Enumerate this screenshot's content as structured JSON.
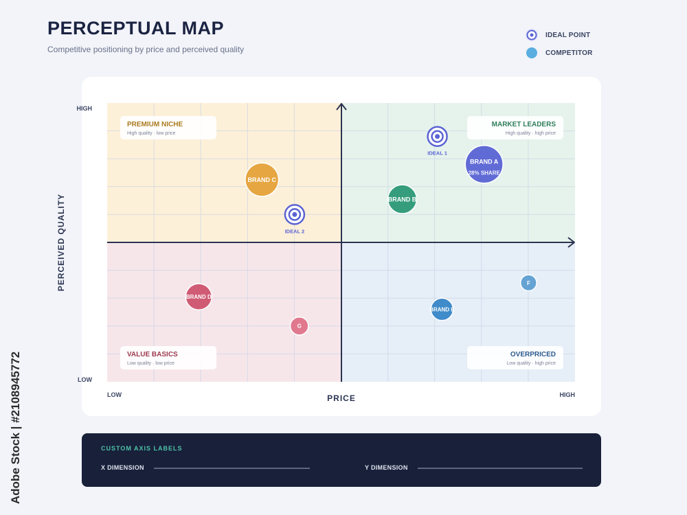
{
  "header": {
    "title": "PERCEPTUAL MAP",
    "subtitle": "Competitive positioning by price and perceived quality"
  },
  "legend": {
    "ideal_label": "IDEAL POINT",
    "competitor_label": "COMPETITOR"
  },
  "chart_data": {
    "type": "scatter",
    "xlabel": "PRICE",
    "ylabel": "PERCEIVED QUALITY",
    "x_ticks": {
      "low": "LOW",
      "high": "HIGH"
    },
    "y_ticks": {
      "low": "LOW",
      "high": "HIGH"
    },
    "xlim": [
      -1,
      1
    ],
    "ylim": [
      -1,
      1
    ],
    "grid": true,
    "quadrants": [
      {
        "id": "tl",
        "title": "PREMIUM NICHE",
        "desc": "High quality · low price",
        "fill": "#fdf0d9",
        "color": "#a97a1f"
      },
      {
        "id": "tr",
        "title": "MARKET LEADERS",
        "desc": "High quality · high price",
        "fill": "#e6f3ec",
        "color": "#2e7d5c"
      },
      {
        "id": "bl",
        "title": "VALUE BASICS",
        "desc": "Low quality · low price",
        "fill": "#f6e6ea",
        "color": "#9c3a4e"
      },
      {
        "id": "br",
        "title": "OVERPRICED",
        "desc": "Low quality · high price",
        "fill": "#e6eef8",
        "color": "#2b5a8e"
      }
    ],
    "competitors": [
      {
        "label": "BRAND A",
        "sub": "28% SHARE",
        "x": 0.61,
        "y": 0.56,
        "size": 0.115,
        "color": "#5c66d6"
      },
      {
        "label": "BRAND B",
        "sub": "",
        "x": 0.26,
        "y": 0.31,
        "size": 0.088,
        "color": "#2e9a77"
      },
      {
        "label": "BRAND C",
        "sub": "",
        "x": -0.34,
        "y": 0.45,
        "size": 0.102,
        "color": "#e6a33b"
      },
      {
        "label": "BRAND D",
        "sub": "",
        "x": -0.61,
        "y": -0.39,
        "size": 0.08,
        "color": "#cf5670"
      },
      {
        "label": "BRAND E",
        "sub": "",
        "x": 0.43,
        "y": -0.48,
        "size": 0.068,
        "color": "#3a87c8"
      },
      {
        "label": "F",
        "sub": "",
        "x": 0.8,
        "y": -0.29,
        "size": 0.049,
        "color": "#5fa0d2"
      },
      {
        "label": "G",
        "sub": "",
        "x": -0.18,
        "y": -0.6,
        "size": 0.055,
        "color": "#e0748b"
      }
    ],
    "ideal_points": [
      {
        "label": "IDEAL 1",
        "x": 0.41,
        "y": 0.76
      },
      {
        "label": "IDEAL 2",
        "x": -0.2,
        "y": 0.2
      }
    ]
  },
  "custom_axis_panel": {
    "title": "CUSTOM AXIS LABELS",
    "x_label": "X DIMENSION",
    "y_label": "Y DIMENSION"
  },
  "watermark": "Adobe Stock | #2108945772",
  "colors": {
    "ideal": "#5b63d3",
    "competitor_legend": "#5aaee0",
    "axis": "#2b3450",
    "panel_bg": "#18203a",
    "panel_accent": "#4fc3a8"
  }
}
